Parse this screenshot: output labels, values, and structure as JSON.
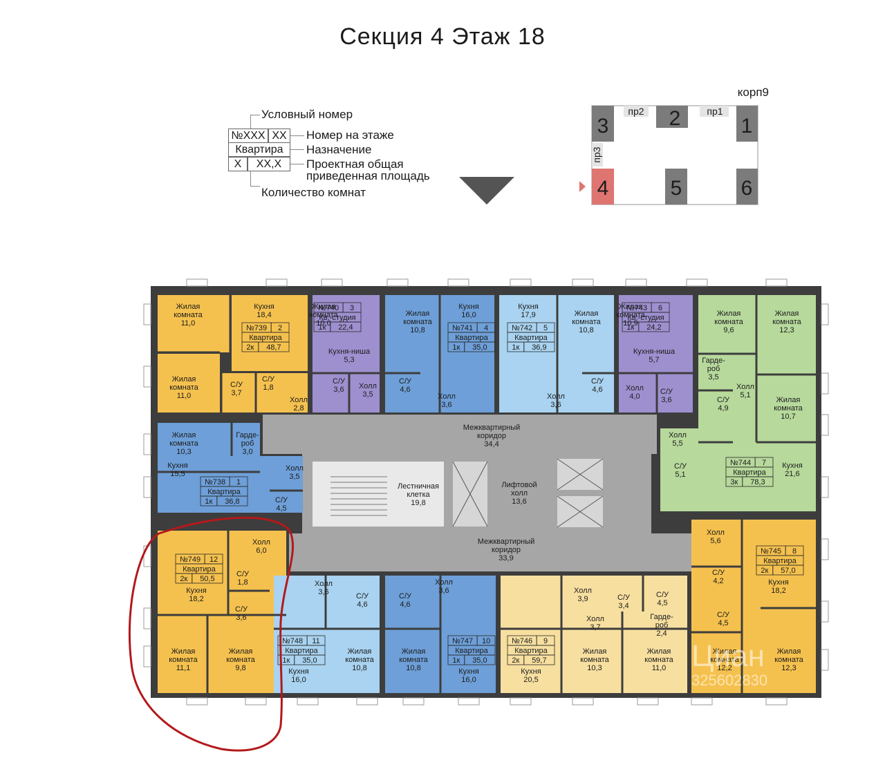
{
  "title": "Секция 4 Этаж 18",
  "legend": {
    "conditional_number": "Условный номер",
    "cell_number": "№XXX",
    "cell_floor_number": "XX",
    "cell_purpose": "Квартира",
    "cell_rooms": "X",
    "cell_area": "XX,X",
    "floor_number": "Номер на этаже",
    "purpose": "Назначение",
    "area_line1": "Проектная общая",
    "area_line2": "приведенная площадь",
    "rooms_count": "Количество комнат"
  },
  "keymap": {
    "building": "корп9",
    "sections": [
      "1",
      "2",
      "3",
      "4",
      "5",
      "6"
    ],
    "passages": [
      "пр1",
      "пр2",
      "пр3"
    ],
    "current_section": "4"
  },
  "colors": {
    "orange": "#f5c14e",
    "blue": "#6e9fd8",
    "blue_light": "#a9d3f0",
    "purple": "#9e90cf",
    "green": "#b7d99c",
    "cream": "#f7dfa0",
    "corridor": "#a6a6a6",
    "wall": "#3d3d3d",
    "highlight": "#d8706c",
    "annotation": "#b3191b"
  },
  "apartments": [
    {
      "id": "739",
      "floor_no": "2",
      "type": "Квартира",
      "rooms": "2к",
      "area": "48,7"
    },
    {
      "id": "740",
      "floor_no": "3",
      "type": "Кв.-студия",
      "rooms": "1к",
      "area": "22,4"
    },
    {
      "id": "741",
      "floor_no": "4",
      "type": "Квартира",
      "rooms": "1к",
      "area": "35,0"
    },
    {
      "id": "742",
      "floor_no": "5",
      "type": "Квартира",
      "rooms": "1к",
      "area": "36,9"
    },
    {
      "id": "743",
      "floor_no": "6",
      "type": "Кв.-студия",
      "rooms": "1к",
      "area": "24,2"
    },
    {
      "id": "744",
      "floor_no": "7",
      "type": "Квартира",
      "rooms": "3к",
      "area": "78,3"
    },
    {
      "id": "745",
      "floor_no": "8",
      "type": "Квартира",
      "rooms": "2к",
      "area": "57,0"
    },
    {
      "id": "746",
      "floor_no": "9",
      "type": "Квартира",
      "rooms": "2к",
      "area": "59,7"
    },
    {
      "id": "747",
      "floor_no": "10",
      "type": "Квартира",
      "rooms": "1к",
      "area": "35,0"
    },
    {
      "id": "748",
      "floor_no": "11",
      "type": "Квартира",
      "rooms": "1к",
      "area": "35,0"
    },
    {
      "id": "749",
      "floor_no": "12",
      "type": "Квартира",
      "rooms": "2к",
      "area": "50,5"
    },
    {
      "id": "738",
      "floor_no": "1",
      "type": "Квартира",
      "rooms": "1к",
      "area": "36,8"
    }
  ],
  "rooms": [
    {
      "name": "Жилая комната",
      "value": "11,0"
    },
    {
      "name": "Кухня",
      "value": "18,4"
    },
    {
      "name": "Жилая комната",
      "value": "11,0"
    },
    {
      "name": "С/У",
      "value": "3,7"
    },
    {
      "name": "С/У",
      "value": "1,8"
    },
    {
      "name": "Холл",
      "value": "2,8"
    },
    {
      "name": "Жилая комната",
      "value": "10,0"
    },
    {
      "name": "Кухня-ниша",
      "value": "5,3"
    },
    {
      "name": "С/У",
      "value": "3,6"
    },
    {
      "name": "Холл",
      "value": "3,5"
    },
    {
      "name": "Жилая комната",
      "value": "10,8"
    },
    {
      "name": "Кухня",
      "value": "16,0"
    },
    {
      "name": "С/У",
      "value": "4,6"
    },
    {
      "name": "Холл",
      "value": "3,6"
    },
    {
      "name": "Кухня",
      "value": "17,9"
    },
    {
      "name": "Жилая комната",
      "value": "10,8"
    },
    {
      "name": "Холл",
      "value": "3,6"
    },
    {
      "name": "С/У",
      "value": "4,6"
    },
    {
      "name": "Жилая комната",
      "value": "10,9"
    },
    {
      "name": "Кухня-ниша",
      "value": "5,7"
    },
    {
      "name": "Холл",
      "value": "4,0"
    },
    {
      "name": "С/У",
      "value": "3,6"
    },
    {
      "name": "Жилая комната",
      "value": "9,6"
    },
    {
      "name": "Жилая комната",
      "value": "12,3"
    },
    {
      "name": "Гардероб",
      "value": "3,5"
    },
    {
      "name": "Холл",
      "value": "5,1"
    },
    {
      "name": "С/У",
      "value": "4,9"
    },
    {
      "name": "Жилая комната",
      "value": "10,7"
    },
    {
      "name": "Холл",
      "value": "5,5"
    },
    {
      "name": "С/У",
      "value": "5,1"
    },
    {
      "name": "Кухня",
      "value": "21,6"
    },
    {
      "name": "Жилая комната",
      "value": "10,3"
    },
    {
      "name": "Гардероб",
      "value": "3,0"
    },
    {
      "name": "Кухня",
      "value": "15,5"
    },
    {
      "name": "Холл",
      "value": "3,5"
    },
    {
      "name": "С/У",
      "value": "4,5"
    },
    {
      "name": "Межквартирный коридор",
      "value": "34,4"
    },
    {
      "name": "Лестничная клетка",
      "value": "19,8"
    },
    {
      "name": "Лифтовой холл",
      "value": "13,6"
    },
    {
      "name": "Межквартирный коридор",
      "value": "33,9"
    },
    {
      "name": "Холл",
      "value": "6,0"
    },
    {
      "name": "С/У",
      "value": "1,8"
    },
    {
      "name": "Кухня",
      "value": "18,2"
    },
    {
      "name": "С/У",
      "value": "3,6"
    },
    {
      "name": "Жилая комната",
      "value": "11,1"
    },
    {
      "name": "Жилая комната",
      "value": "9,8"
    },
    {
      "name": "Холл",
      "value": "3,6"
    },
    {
      "name": "С/У",
      "value": "4,6"
    },
    {
      "name": "Кухня",
      "value": "16,0"
    },
    {
      "name": "Жилая комната",
      "value": "10,8"
    },
    {
      "name": "С/У",
      "value": "4,6"
    },
    {
      "name": "Холл",
      "value": "3,6"
    },
    {
      "name": "Жилая комната",
      "value": "10,8"
    },
    {
      "name": "Кухня",
      "value": "16,0"
    },
    {
      "name": "Холл",
      "value": "3,9"
    },
    {
      "name": "Холл",
      "value": "3,7"
    },
    {
      "name": "С/У",
      "value": "3,4"
    },
    {
      "name": "С/У",
      "value": "4,5"
    },
    {
      "name": "Гардероб",
      "value": "2,4"
    },
    {
      "name": "Кухня",
      "value": "20,5"
    },
    {
      "name": "Жилая комната",
      "value": "10,3"
    },
    {
      "name": "Жилая комната",
      "value": "11,0"
    },
    {
      "name": "Холл",
      "value": "5,6"
    },
    {
      "name": "С/У",
      "value": "4,2"
    },
    {
      "name": "С/У",
      "value": "4,5"
    },
    {
      "name": "Кухня",
      "value": "18,2"
    },
    {
      "name": "Жилая комната",
      "value": "12,2"
    },
    {
      "name": "Жилая комната",
      "value": "12,3"
    }
  ],
  "watermark": {
    "brand": "Циан",
    "id": "325602830"
  }
}
